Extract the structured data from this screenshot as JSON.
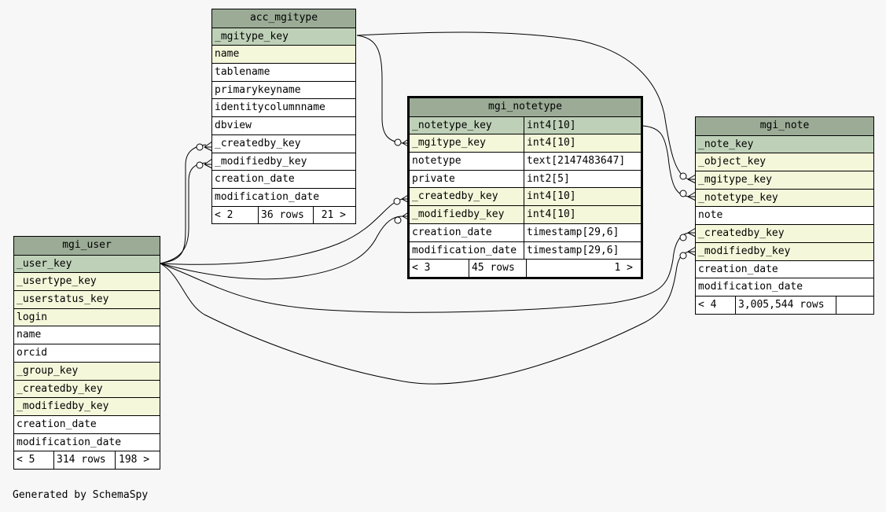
{
  "diagram": {
    "tables": {
      "acc_mgitype": {
        "name": "acc_mgitype",
        "columns": [
          {
            "name": "_mgitype_key",
            "kind": "pk"
          },
          {
            "name": "name",
            "kind": "fk"
          },
          {
            "name": "tablename",
            "kind": "plain"
          },
          {
            "name": "primarykeyname",
            "kind": "plain"
          },
          {
            "name": "identitycolumnname",
            "kind": "plain"
          },
          {
            "name": "dbview",
            "kind": "plain"
          },
          {
            "name": "_createdby_key",
            "kind": "plain"
          },
          {
            "name": "_modifiedby_key",
            "kind": "plain"
          },
          {
            "name": "creation_date",
            "kind": "plain"
          },
          {
            "name": "modification_date",
            "kind": "plain"
          }
        ],
        "footer": {
          "parents": "< 2",
          "rows": "36 rows",
          "children": "21 >"
        }
      },
      "mgi_user": {
        "name": "mgi_user",
        "columns": [
          {
            "name": "_user_key",
            "kind": "pk"
          },
          {
            "name": "_usertype_key",
            "kind": "fk"
          },
          {
            "name": "_userstatus_key",
            "kind": "fk"
          },
          {
            "name": "login",
            "kind": "fk"
          },
          {
            "name": "name",
            "kind": "plain"
          },
          {
            "name": "orcid",
            "kind": "plain"
          },
          {
            "name": "_group_key",
            "kind": "fk"
          },
          {
            "name": "_createdby_key",
            "kind": "fk"
          },
          {
            "name": "_modifiedby_key",
            "kind": "fk"
          },
          {
            "name": "creation_date",
            "kind": "plain"
          },
          {
            "name": "modification_date",
            "kind": "plain"
          }
        ],
        "footer": {
          "parents": "< 5",
          "rows": "314 rows",
          "children": "198 >"
        }
      },
      "mgi_notetype": {
        "name": "mgi_notetype",
        "columns": [
          {
            "name": "_notetype_key",
            "type": "int4[10]",
            "kind": "pk"
          },
          {
            "name": "_mgitype_key",
            "type": "int4[10]",
            "kind": "fk"
          },
          {
            "name": "notetype",
            "type": "text[2147483647]",
            "kind": "plain"
          },
          {
            "name": "private",
            "type": "int2[5]",
            "kind": "plain"
          },
          {
            "name": "_createdby_key",
            "type": "int4[10]",
            "kind": "fk"
          },
          {
            "name": "_modifiedby_key",
            "type": "int4[10]",
            "kind": "fk"
          },
          {
            "name": "creation_date",
            "type": "timestamp[29,6]",
            "kind": "plain"
          },
          {
            "name": "modification_date",
            "type": "timestamp[29,6]",
            "kind": "plain"
          }
        ],
        "footer": {
          "parents": "< 3",
          "rows": "45 rows",
          "children": "1 >"
        }
      },
      "mgi_note": {
        "name": "mgi_note",
        "columns": [
          {
            "name": "_note_key",
            "kind": "pk"
          },
          {
            "name": "_object_key",
            "kind": "fk"
          },
          {
            "name": "_mgitype_key",
            "kind": "fk"
          },
          {
            "name": "_notetype_key",
            "kind": "fk"
          },
          {
            "name": "note",
            "kind": "plain"
          },
          {
            "name": "_createdby_key",
            "kind": "fk"
          },
          {
            "name": "_modifiedby_key",
            "kind": "fk"
          },
          {
            "name": "creation_date",
            "kind": "plain"
          },
          {
            "name": "modification_date",
            "kind": "plain"
          }
        ],
        "footer": {
          "parents": "< 4",
          "rows": "3,005,544 rows",
          "children": ""
        }
      }
    },
    "relationships": [
      {
        "from": "mgi_user._user_key",
        "to": "acc_mgitype._createdby_key"
      },
      {
        "from": "mgi_user._user_key",
        "to": "acc_mgitype._modifiedby_key"
      },
      {
        "from": "acc_mgitype._mgitype_key",
        "to": "mgi_notetype._mgitype_key"
      },
      {
        "from": "acc_mgitype._mgitype_key",
        "to": "mgi_note._mgitype_key"
      },
      {
        "from": "mgi_user._user_key",
        "to": "mgi_notetype._createdby_key"
      },
      {
        "from": "mgi_user._user_key",
        "to": "mgi_notetype._modifiedby_key"
      },
      {
        "from": "mgi_notetype._notetype_key",
        "to": "mgi_note._notetype_key"
      },
      {
        "from": "mgi_user._user_key",
        "to": "mgi_note._createdby_key"
      },
      {
        "from": "mgi_user._user_key",
        "to": "mgi_note._modifiedby_key"
      }
    ],
    "colors": {
      "header": "#9bab96",
      "primary_key": "#bed1b8",
      "foreign_key": "#f4f7da",
      "background": "#f7f7f7"
    },
    "credit": "Generated by SchemaSpy"
  }
}
